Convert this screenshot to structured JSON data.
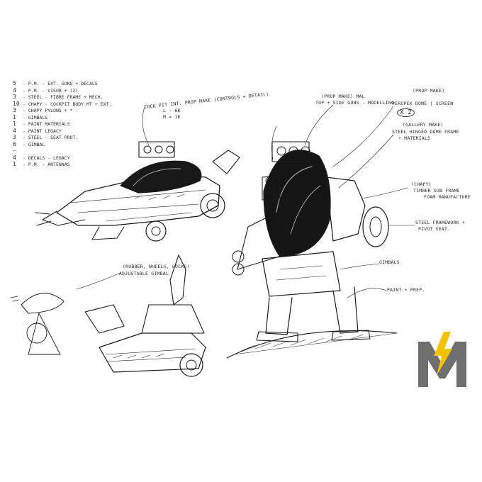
{
  "legend_list": [
    {
      "num": "5",
      "text": "- P.M. - EXT. GUNS + DECALS"
    },
    {
      "num": "4",
      "text": "- P.M. - VISOR + (2)"
    },
    {
      "num": "3",
      "text": "- STEEL - FIBRE FRAME + MECH."
    },
    {
      "num": "10",
      "text": "- CHAPY - COCKPIT BODY MT + EXT."
    },
    {
      "num": "3",
      "text": "- CHAPY PYLONS + * -"
    },
    {
      "num": "1",
      "text": "- GIMBALS"
    },
    {
      "num": "1",
      "text": "- PAINT MATERIALS"
    },
    {
      "num": "4",
      "text": "- PAINT LEGACY"
    },
    {
      "num": "3",
      "text": "- STEEL - SEAT PROT."
    },
    {
      "num": "6",
      "text": "- GIMBAL"
    },
    {
      "num": "—",
      "text": ""
    },
    {
      "num": "4",
      "text": "- DECALS - LEGACY"
    },
    {
      "num": "1",
      "text": "- P.M. - ANTENNAS"
    }
  ],
  "annotations": {
    "cockpit_note": "COCK PIT INT. PROP MAKE (CONTROLS + DETAIL)",
    "cockpit_l": "L - 6K",
    "cockpit_m": "M = 1K",
    "rubber_note": "(RUBBER, WHEELS, LOCKS)",
    "rubber_note2": "ADJUSTABLE GIMBAL",
    "prop_make_mal": "(PROP MAKE) MAL",
    "top_side_guns": "TOP + SIDE GUNS - MODELLING",
    "prop_make": "(PROP MAKE)",
    "perspex_dome": "PERSPEX DOME | SCREEN",
    "x2": "X 2",
    "gallery_make": "(GALLERY MAKE)",
    "steel_hinged": "STEEL HINGED DOME FRAME",
    "materials": "+ MATERIALS",
    "chapy": "(CHAPY)",
    "timber": "TIMBER SUB FRAME",
    "foam": "FOAM MANUFACTURE",
    "steel_framework": "STEEL FRAMEWORK +",
    "pivot_seat": "PIVOT SEAT.",
    "gimbals_label": "GIMBALS",
    "paint_prep": "PAINT + PREP."
  },
  "logo": {
    "letter": "M",
    "primary": "#6f6f6f",
    "bolt": "#f2c200"
  }
}
